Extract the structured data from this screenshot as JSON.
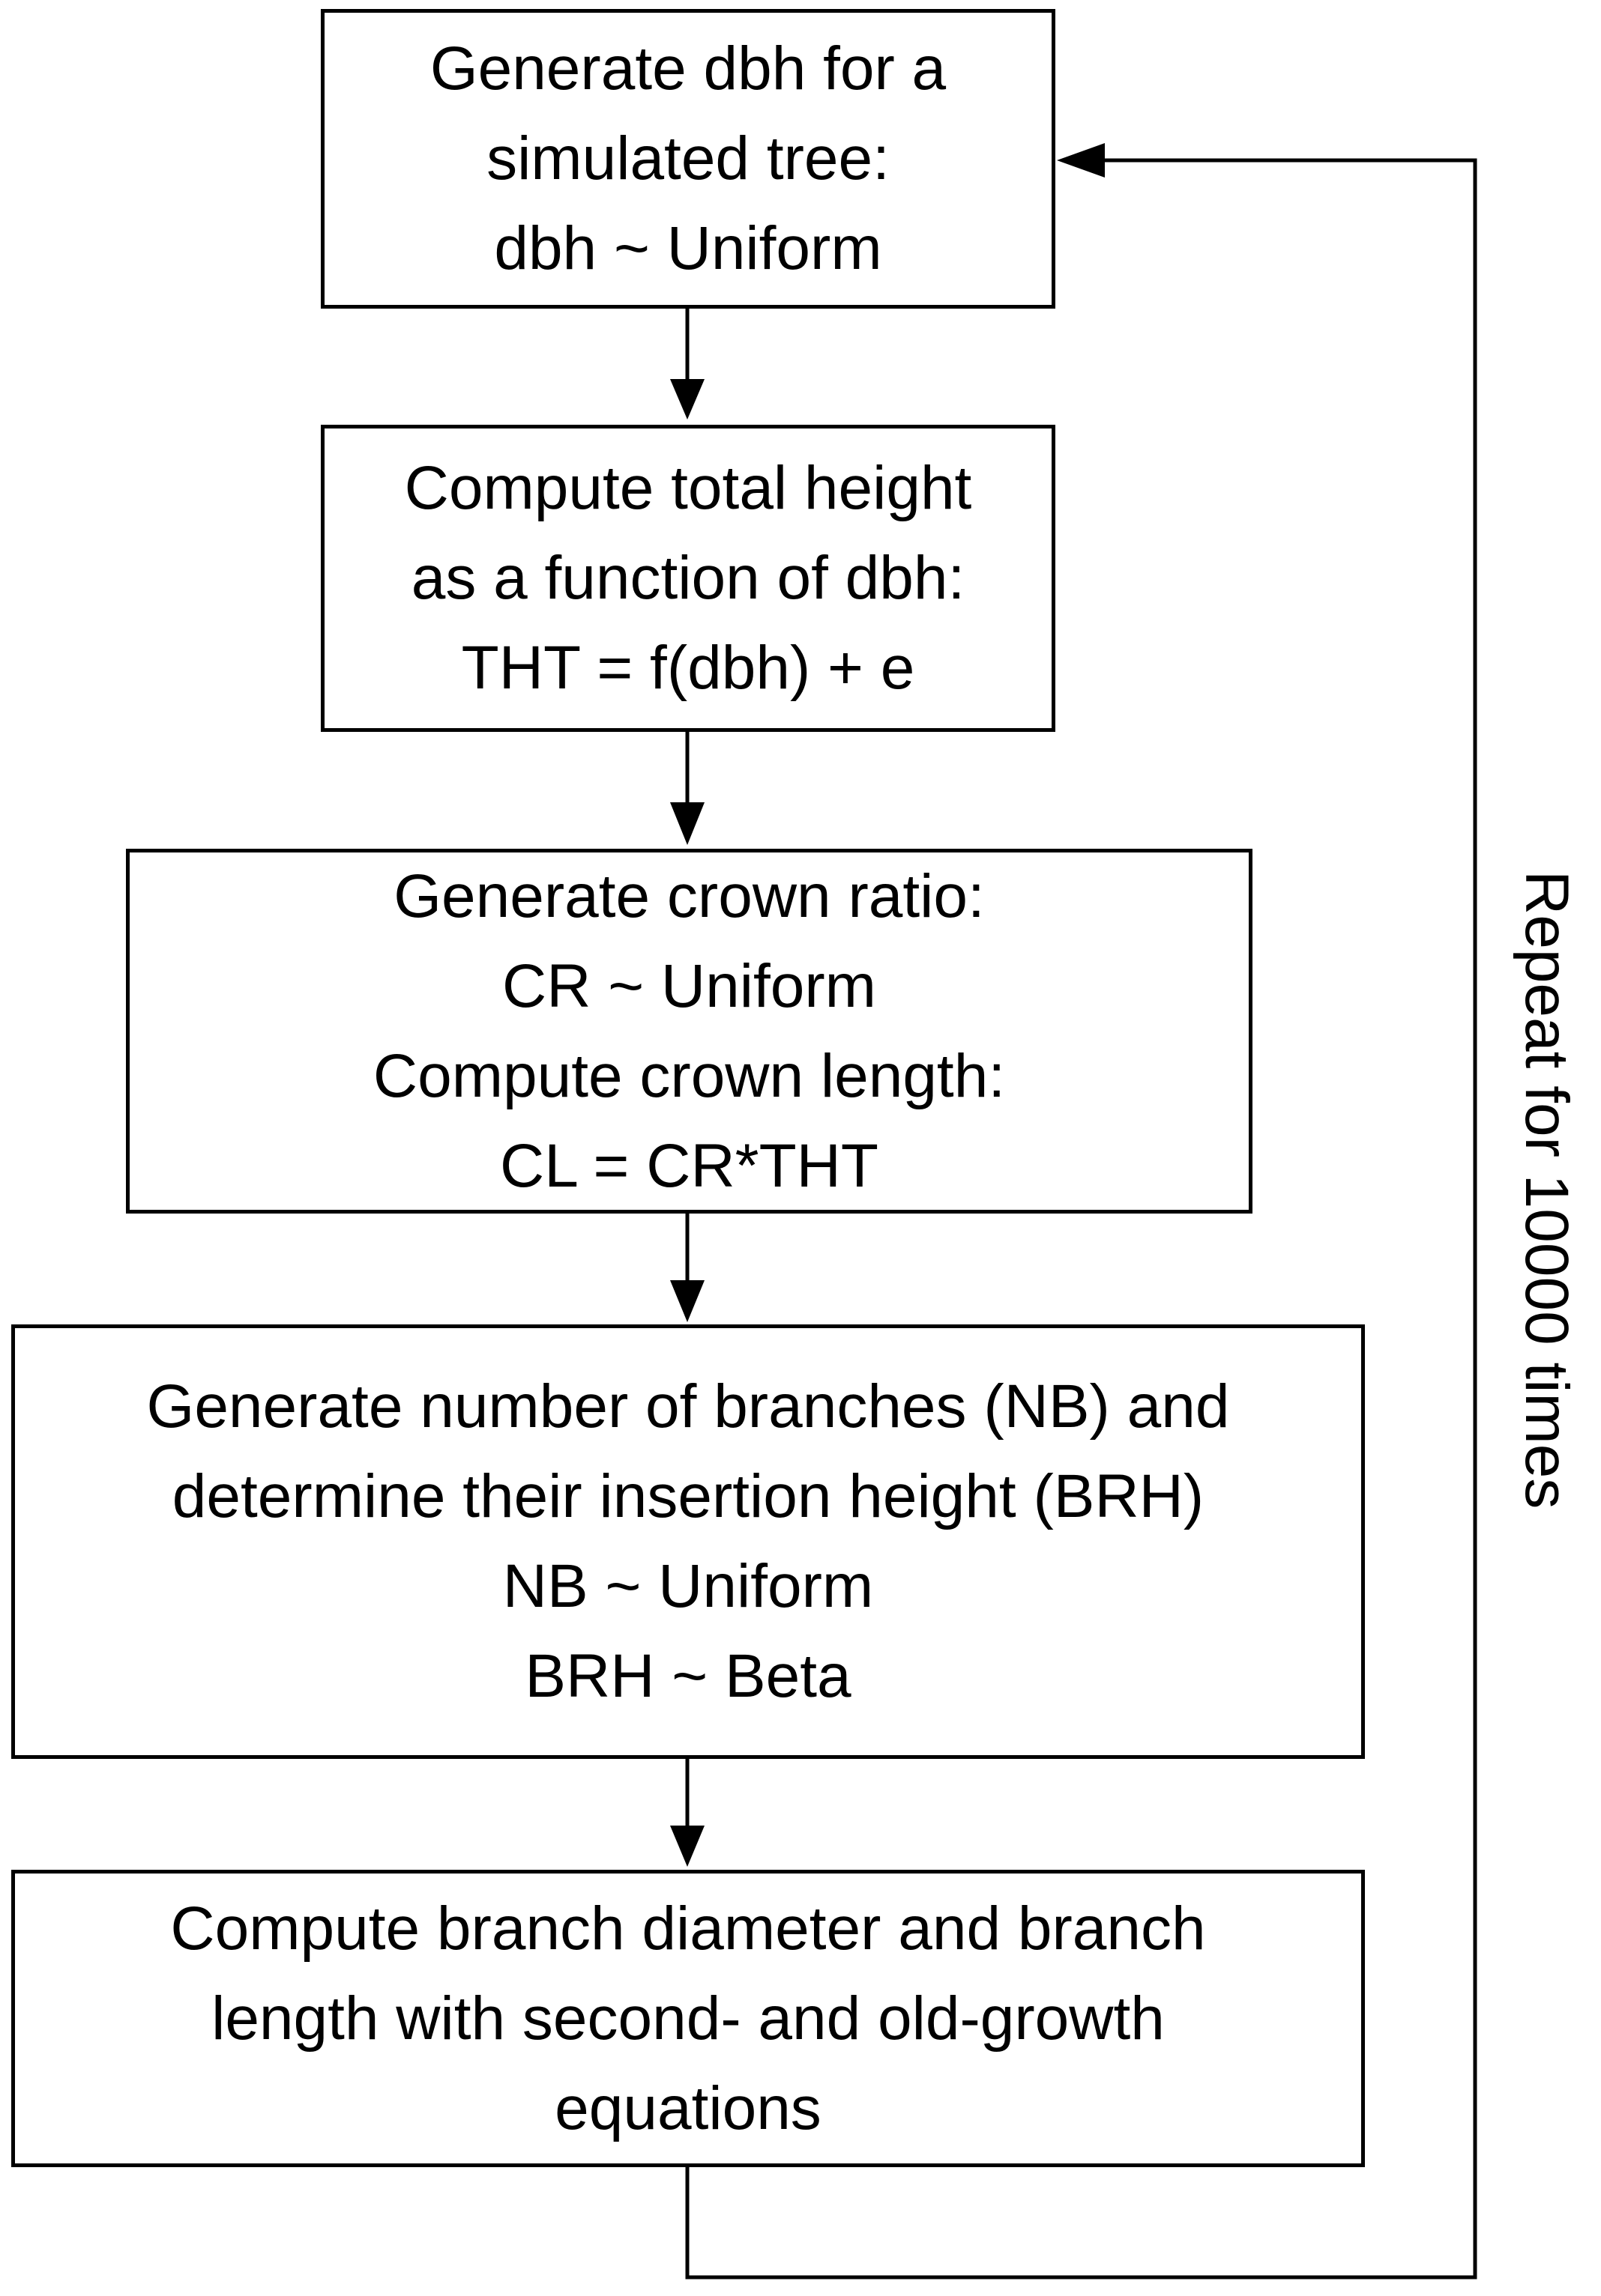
{
  "boxes": [
    {
      "lines": [
        "Generate dbh for a",
        "simulated tree:",
        "dbh ~ Uniform"
      ]
    },
    {
      "lines": [
        "Compute total height",
        "as a function of dbh:",
        "THT = f(dbh) + e"
      ]
    },
    {
      "lines": [
        "Generate crown ratio:",
        "CR ~ Uniform",
        "Compute crown length:",
        "CL = CR*THT"
      ]
    },
    {
      "lines": [
        "Generate number of branches (NB) and",
        "determine their insertion height (BRH)",
        "NB ~ Uniform",
        "BRH ~ Beta"
      ]
    },
    {
      "lines": [
        "Compute branch diameter and branch",
        "length with second- and old-growth",
        "equations"
      ]
    }
  ],
  "loop_label": "Repeat for 10000 times"
}
